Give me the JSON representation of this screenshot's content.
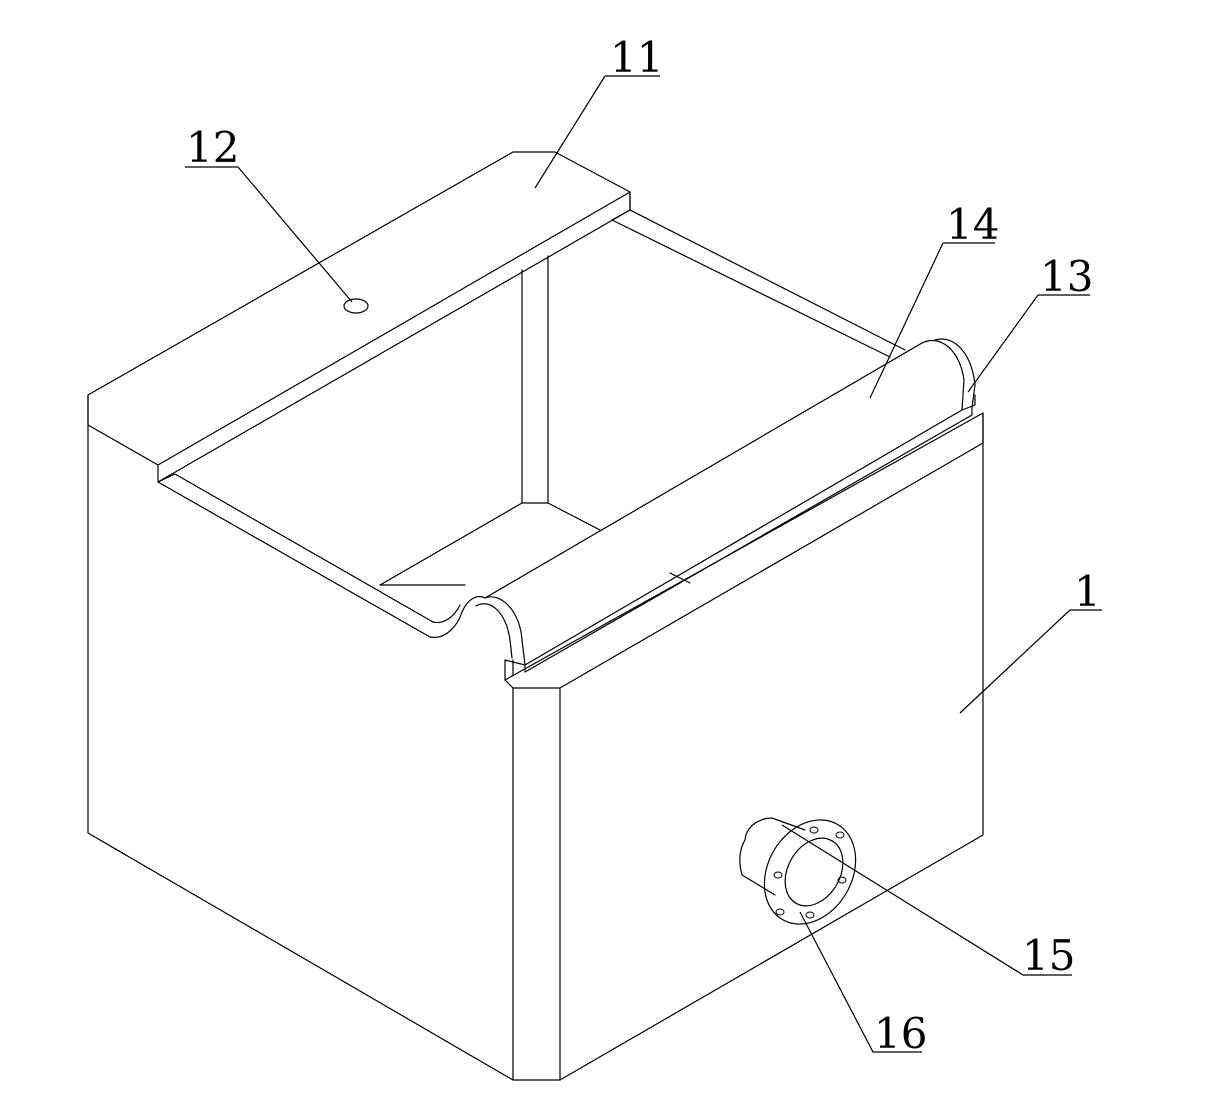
{
  "labels": {
    "l11": "11",
    "l12": "12",
    "l14": "14",
    "l13": "13",
    "l1": "1",
    "l15": "15",
    "l16": "16"
  },
  "colors": {
    "line": "#000000",
    "background": "#ffffff"
  }
}
